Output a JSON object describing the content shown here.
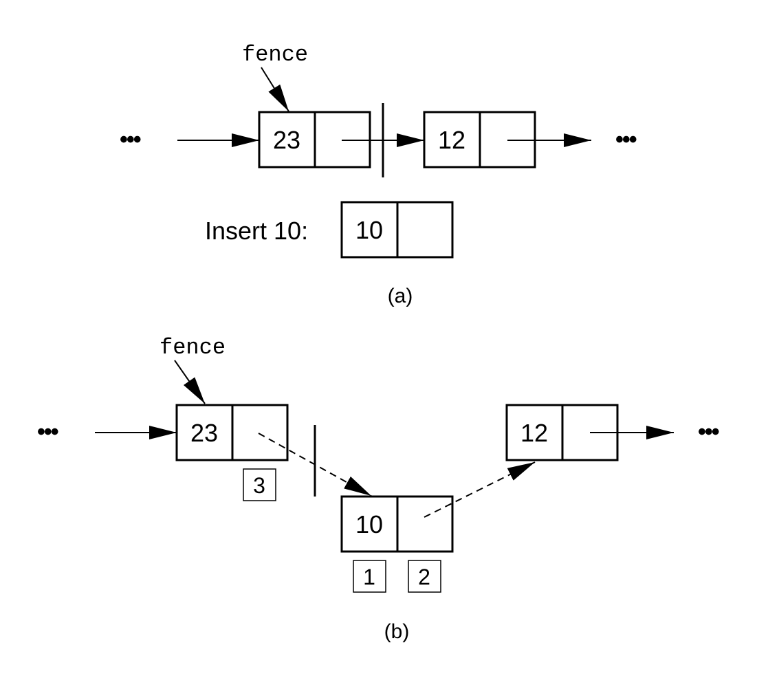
{
  "panel_a": {
    "fence_label": "fence",
    "ellipsis_left": "•••",
    "ellipsis_right": "•••",
    "node_23": "23",
    "node_12": "12",
    "insert_label": "Insert 10:",
    "new_node": "10",
    "caption": "(a)"
  },
  "panel_b": {
    "fence_label": "fence",
    "ellipsis_left": "•••",
    "ellipsis_right": "•••",
    "node_23": "23",
    "node_12": "12",
    "node_10": "10",
    "step_1": "1",
    "step_2": "2",
    "step_3": "3",
    "caption": "(b)"
  }
}
